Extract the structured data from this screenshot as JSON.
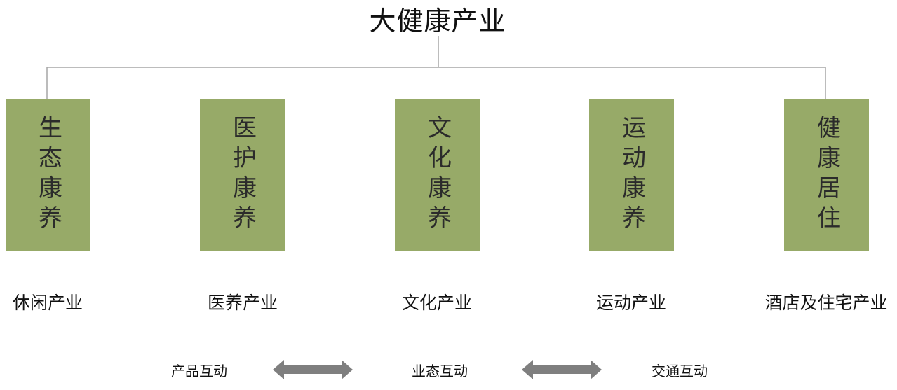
{
  "colors": {
    "box_fill": "#97aa68",
    "connector": "#a6a6a6",
    "arrow": "#7f7f7f"
  },
  "title": "大健康产业",
  "categories": [
    {
      "box_text": "生态康养",
      "industry": "休闲产业"
    },
    {
      "box_text": "医护康养",
      "industry": "医养产业"
    },
    {
      "box_text": "文化康养",
      "industry": "文化产业"
    },
    {
      "box_text": "运动康养",
      "industry": "运动产业"
    },
    {
      "box_text": "健康居住",
      "industry": "酒店及住宅产业"
    }
  ],
  "interactions": [
    {
      "label": "产品互动",
      "icon": "double-arrow-icon"
    },
    {
      "label": "业态互动",
      "icon": "double-arrow-icon"
    },
    {
      "label": "交通互动"
    }
  ]
}
